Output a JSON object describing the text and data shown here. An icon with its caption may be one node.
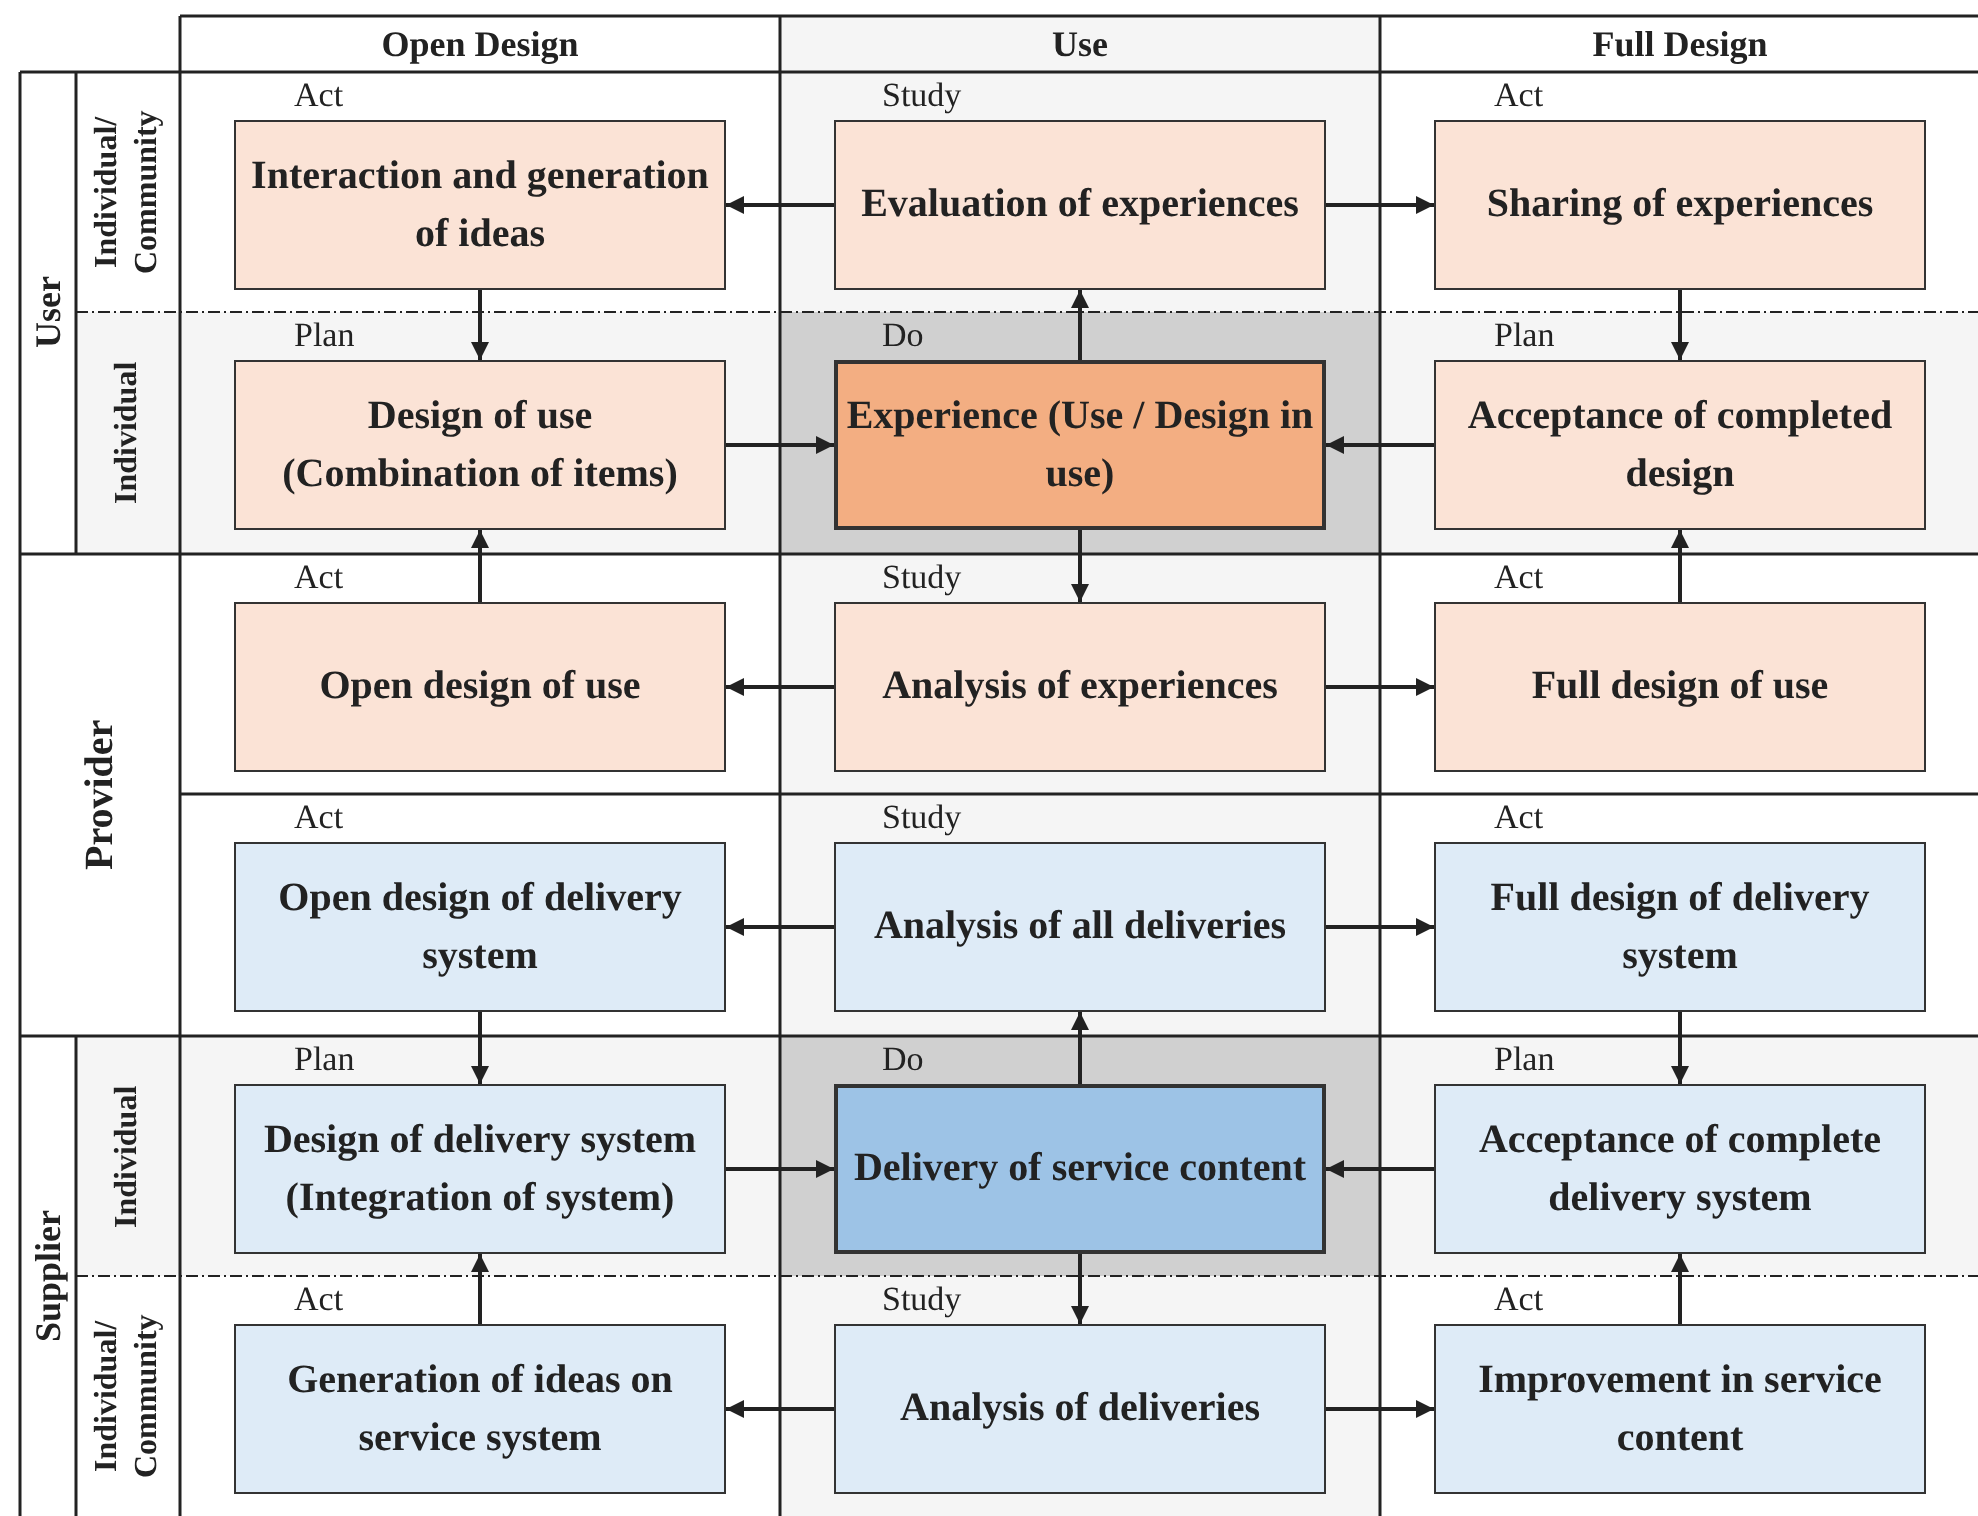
{
  "diagram": {
    "nodes": [
      {
        "text": [
          "Interaction and generation of ideas"
        ],
        "beside": [
          "Act"
        ]
      },
      {
        "text": [
          "Evaluation of experiences"
        ],
        "beside": [
          "Study"
        ]
      },
      {
        "text": [
          "Sharing of experiences"
        ],
        "beside": [
          "Act"
        ]
      },
      {
        "text": [
          "Design of use (Combination of items)"
        ],
        "beside": [
          "Plan"
        ]
      },
      {
        "text": [
          "Experience (Use / Design in use)"
        ],
        "beside": [
          "Do"
        ]
      },
      {
        "text": [
          "Acceptance of completed design"
        ],
        "beside": [
          "Plan"
        ]
      },
      {
        "text": [
          "Open design of use"
        ],
        "beside": [
          "Act"
        ]
      },
      {
        "text": [
          "Analysis of experiences"
        ],
        "beside": [
          "Study"
        ]
      },
      {
        "text": [
          "Full design of use"
        ],
        "beside": [
          "Act"
        ]
      },
      {
        "text": [
          "Open design of delivery system"
        ],
        "beside": [
          "Act"
        ]
      },
      {
        "text": [
          "Analysis of all deliveries"
        ],
        "beside": [
          "Study"
        ]
      },
      {
        "text": [
          "Full design of delivery system"
        ],
        "beside": [
          "Act"
        ]
      },
      {
        "text": [
          "Design of delivery system (Integration of system)"
        ],
        "beside": [
          "Plan"
        ]
      },
      {
        "text": [
          "Delivery of service content"
        ],
        "beside": [
          "Do"
        ]
      },
      {
        "text": [
          "Acceptance of complete delivery system"
        ],
        "beside": [
          "Plan"
        ]
      },
      {
        "text": [
          "Generation of ideas on service system"
        ],
        "beside": [
          "Act"
        ]
      },
      {
        "text": [
          "Analysis of deliveries"
        ],
        "beside": [
          "Study"
        ]
      },
      {
        "text": [
          "Improvement in service content"
        ],
        "beside": [
          "Act"
        ]
      }
    ],
    "edges": [
      {
        "from": 1,
        "to": 0,
        "arrow": "to"
      },
      {
        "from": 1,
        "to": 2,
        "arrow": "to"
      },
      {
        "from": 0,
        "to": 3,
        "arrow": "to"
      },
      {
        "from": 2,
        "to": 5,
        "arrow": "to"
      },
      {
        "from": 3,
        "to": 4,
        "arrow": "to"
      },
      {
        "from": 5,
        "to": 4,
        "arrow": "to"
      },
      {
        "from": 4,
        "to": 1,
        "arrow": "to"
      },
      {
        "from": 4,
        "to": 7,
        "arrow": "to"
      },
      {
        "from": 6,
        "to": 3,
        "arrow": "to"
      },
      {
        "from": 8,
        "to": 5,
        "arrow": "to"
      },
      {
        "from": 7,
        "to": 6,
        "arrow": "to"
      },
      {
        "from": 7,
        "to": 8,
        "arrow": "to"
      },
      {
        "from": 10,
        "to": 9,
        "arrow": "to"
      },
      {
        "from": 10,
        "to": 11,
        "arrow": "to"
      },
      {
        "from": 9,
        "to": 12,
        "arrow": "to"
      },
      {
        "from": 11,
        "to": 14,
        "arrow": "to"
      },
      {
        "from": 12,
        "to": 13,
        "arrow": "to"
      },
      {
        "from": 14,
        "to": 13,
        "arrow": "to"
      },
      {
        "from": 13,
        "to": 10,
        "arrow": "to"
      },
      {
        "from": 13,
        "to": 16,
        "arrow": "to"
      },
      {
        "from": 15,
        "to": 12,
        "arrow": "to"
      },
      {
        "from": 17,
        "to": 14,
        "arrow": "to"
      },
      {
        "from": 16,
        "to": 15,
        "arrow": "to"
      },
      {
        "from": 16,
        "to": 17,
        "arrow": "to"
      }
    ],
    "labels": [
      "Open Design",
      "Use",
      "Full Design",
      "User",
      "Individual/ Community",
      "Individual",
      "Provider",
      "Supplier",
      "Individual",
      "Individual/ Community"
    ]
  }
}
